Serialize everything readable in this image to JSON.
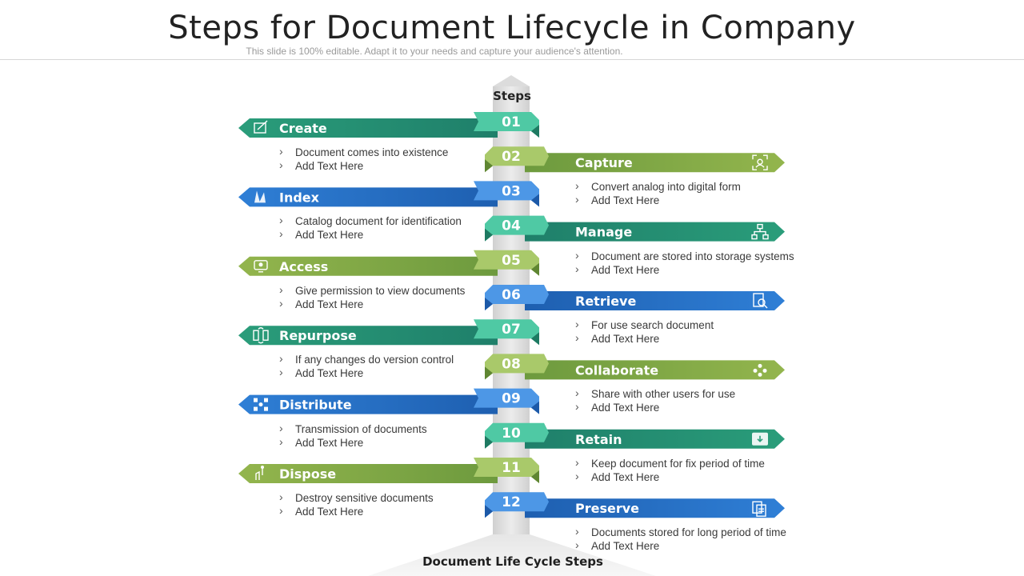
{
  "page": {
    "title": "Steps for Document Lifecycle in Company",
    "subtitle": "This slide is 100% editable. Adapt it to your needs and capture your audience's attention.",
    "column_header": "Steps",
    "footer_label": "Document Life Cycle Steps"
  },
  "colors": {
    "teal": "#2a9d7a",
    "olive": "#84a847",
    "blue": "#2a73c9",
    "spine": "#dedede"
  },
  "steps": [
    {
      "number": "01",
      "label": "Create",
      "side": "left",
      "color": "teal",
      "icon": "edit-document-icon",
      "bullets": [
        "Document comes into existence",
        "Add Text Here"
      ]
    },
    {
      "number": "02",
      "label": "Capture",
      "side": "right",
      "color": "olive",
      "icon": "scan-frame-icon",
      "bullets": [
        "Convert analog into digital form",
        "Add Text Here"
      ]
    },
    {
      "number": "03",
      "label": "Index",
      "side": "left",
      "color": "blue",
      "icon": "catalog-fan-icon",
      "bullets": [
        "Catalog document for identification",
        "Add Text Here"
      ]
    },
    {
      "number": "04",
      "label": "Manage",
      "side": "right",
      "color": "teal",
      "icon": "hierarchy-icon",
      "bullets": [
        "Document are stored into storage systems",
        "Add Text Here"
      ]
    },
    {
      "number": "05",
      "label": "Access",
      "side": "left",
      "color": "olive",
      "icon": "access-screen-icon",
      "bullets": [
        "Give permission to view documents",
        "Add Text Here"
      ]
    },
    {
      "number": "06",
      "label": "Retrieve",
      "side": "right",
      "color": "blue",
      "icon": "document-search-icon",
      "bullets": [
        "For use search document",
        "Add Text Here"
      ]
    },
    {
      "number": "07",
      "label": "Repurpose",
      "side": "left",
      "color": "teal",
      "icon": "swap-documents-icon",
      "bullets": [
        "If any changes do version control",
        "Add Text Here"
      ]
    },
    {
      "number": "08",
      "label": "Collaborate",
      "side": "right",
      "color": "olive",
      "icon": "team-collaborate-icon",
      "bullets": [
        "Share with other users for use",
        "Add Text Here"
      ]
    },
    {
      "number": "09",
      "label": "Distribute",
      "side": "left",
      "color": "blue",
      "icon": "network-distribute-icon",
      "bullets": [
        "Transmission of documents",
        "Add Text Here"
      ]
    },
    {
      "number": "10",
      "label": "Retain",
      "side": "right",
      "color": "teal",
      "icon": "archive-box-icon",
      "bullets": [
        "Keep document for fix period of time",
        "Add Text Here"
      ]
    },
    {
      "number": "11",
      "label": "Dispose",
      "side": "left",
      "color": "olive",
      "icon": "dispose-hand-icon",
      "bullets": [
        "Destroy sensitive documents",
        "Add Text Here"
      ]
    },
    {
      "number": "12",
      "label": "Preserve",
      "side": "right",
      "color": "blue",
      "icon": "document-stack-icon",
      "bullets": [
        "Documents stored for long period of time",
        "Add Text Here"
      ]
    }
  ]
}
